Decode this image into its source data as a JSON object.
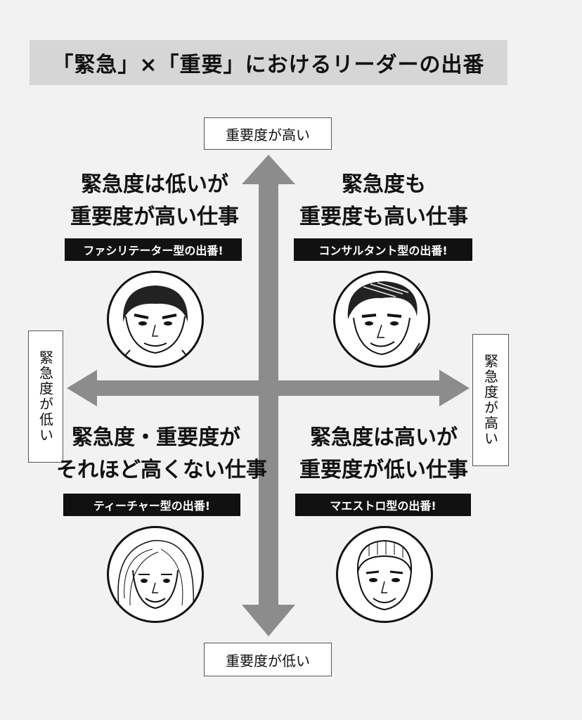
{
  "title": "「緊急」×「重要」におけるリーダーの出番",
  "axes": {
    "top": "重要度が高い",
    "bottom": "重要度が低い",
    "left": "緊急度が低い",
    "right": "緊急度が高い"
  },
  "quadrants": {
    "top_left": {
      "line1": "緊急度は低いが",
      "line2": "重要度が高い仕事",
      "tag": "ファシリテーター型の出番!",
      "portrait": "facilitator-portrait"
    },
    "top_right": {
      "line1": "緊急度も",
      "line2": "重要度も高い仕事",
      "tag": "コンサルタント型の出番!",
      "portrait": "consultant-portrait"
    },
    "bottom_left": {
      "line1": "緊急度・重要度が",
      "line2": "それほど高くない仕事",
      "tag": "ティーチャー型の出番!",
      "portrait": "teacher-portrait"
    },
    "bottom_right": {
      "line1": "緊急度は高いが",
      "line2": "重要度が低い仕事",
      "tag": "マエストロ型の出番!",
      "portrait": "maestro-portrait"
    }
  },
  "colors": {
    "arrow": "#8c8c8c",
    "title_bg": "#d6d6d6",
    "tag_bg": "#111111"
  }
}
